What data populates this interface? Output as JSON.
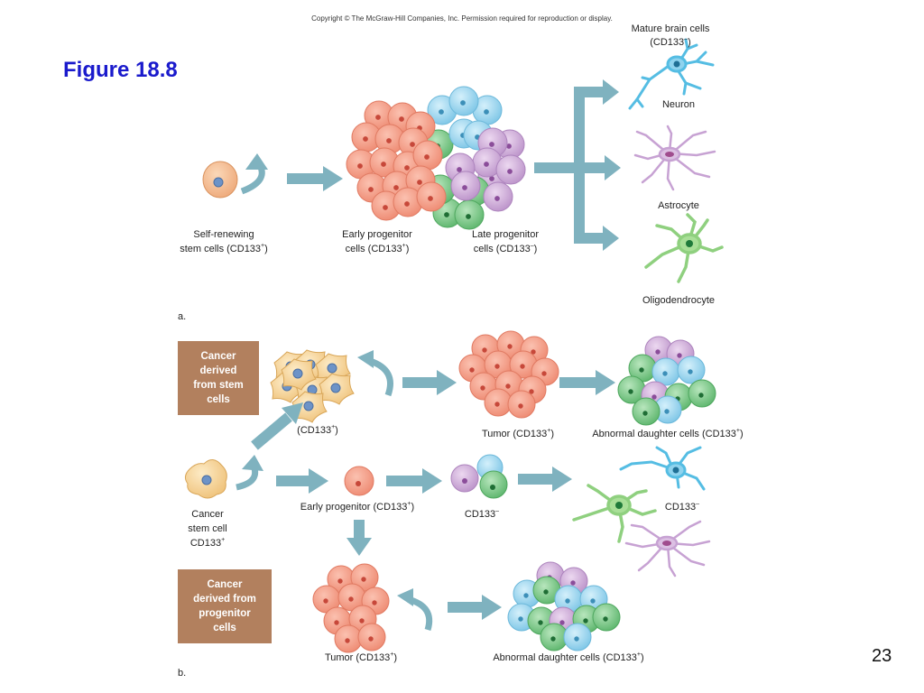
{
  "copyright": "Copyright © The McGraw-Hill Companies, Inc. Permission required for reproduction or display.",
  "slide_title": "Figure 18.8",
  "page_number": "23",
  "colors": {
    "title": "#1a1acc",
    "arrow": "#7fb2bf",
    "box": "#b2805e",
    "stem_cell": "#f0b483",
    "progenitor": "#f2957f",
    "blue_cell": "#8fd0ec",
    "purple_cell": "#c9a3d3",
    "green_cell": "#6cc07a",
    "cancer_cell": "#f5cf88"
  },
  "panel_a": {
    "letter": "a.",
    "mature_header_1": "Mature brain cells",
    "mature_header_2": "(CD133",
    "mature_header_sup": "–",
    "mature_header_end": ")",
    "neuron": "Neuron",
    "astrocyte": "Astrocyte",
    "oligodendrocyte": "Oligodendrocyte",
    "stem_1": "Self-renewing",
    "stem_2": "stem cells (CD133",
    "stem_sup": "+",
    "stem_end": ")",
    "early_1": "Early progenitor",
    "early_2": "cells (CD133",
    "early_sup": "+",
    "early_end": ")",
    "late_1": "Late progenitor",
    "late_2": "cells (CD133",
    "late_sup": "–",
    "late_end": ")"
  },
  "panel_b": {
    "letter": "b.",
    "box_stem": "Cancer\nderived\nfrom stem\ncells",
    "box_progenitor": "Cancer\nderived from\nprogenitor\ncells",
    "cd_pos": "(CD133",
    "cd_pos_sup": "+",
    "cd_pos_end": ")",
    "tumor_top": "Tumor (CD133",
    "tumor_top_sup": "+",
    "tumor_top_end": ")",
    "abnormal_top": "Abnormal daughter cells (CD133",
    "abnormal_top_sup": "+",
    "abnormal_top_end": ")",
    "cancer_stem_1": "Cancer",
    "cancer_stem_2": "stem cell",
    "cancer_stem_3": "CD133",
    "cancer_stem_sup": "+",
    "early_prog": "Early progenitor (CD133",
    "early_prog_sup": "+",
    "early_prog_end": ")",
    "cd_neg_mid": "CD133",
    "cd_neg_mid_sup": "–",
    "cd_neg_right": "CD133",
    "cd_neg_right_sup": "–",
    "tumor_bottom": "Tumor (CD133",
    "tumor_bottom_sup": "+",
    "tumor_bottom_end": ")",
    "abnormal_bottom": "Abnormal daughter cells (CD133",
    "abnormal_bottom_sup": "+",
    "abnormal_bottom_end": ")"
  }
}
